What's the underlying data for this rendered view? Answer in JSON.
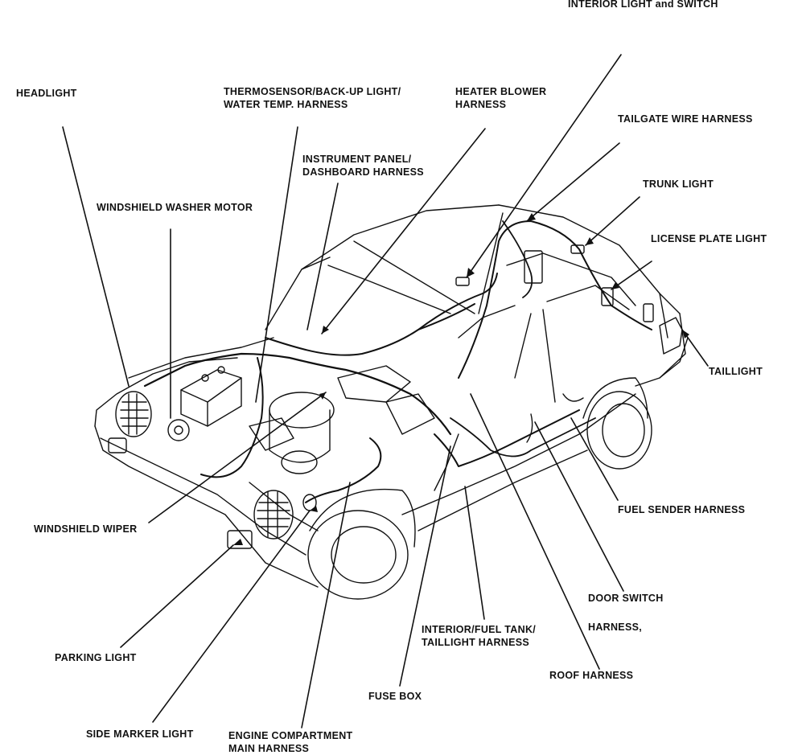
{
  "labels": {
    "interior_light": "INTERIOR LIGHT and SWITCH",
    "headlight": "HEADLIGHT",
    "thermosensor_1": "THERMOSENSOR/BACK-UP LIGHT/",
    "thermosensor_2": "WATER TEMP. HARNESS",
    "heater_blower_1": "HEATER BLOWER",
    "heater_blower_2": "HARNESS",
    "tailgate": "TAILGATE WIRE HARNESS",
    "instrument_1": "INSTRUMENT PANEL/",
    "instrument_2": "DASHBOARD HARNESS",
    "trunk_light": "TRUNK LIGHT",
    "washer_motor": "WINDSHIELD WASHER MOTOR",
    "license_plate": "LICENSE PLATE LIGHT",
    "taillight": "TAILLIGHT",
    "fuel_sender": "FUEL SENDER HARNESS",
    "wiper": "WINDSHIELD WIPER",
    "door_switch_1": "DOOR SWITCH",
    "door_switch_2": "HARNESS,",
    "interior_fuel_1": "INTERIOR/FUEL TANK/",
    "interior_fuel_2": "TAILLIGHT HARNESS",
    "roof": "ROOF HARNESS",
    "parking": "PARKING LIGHT",
    "fuse_box": "FUSE BOX",
    "side_marker": "SIDE MARKER LIGHT",
    "engine_1": "ENGINE COMPARTMENT",
    "engine_2": "MAIN HARNESS"
  }
}
